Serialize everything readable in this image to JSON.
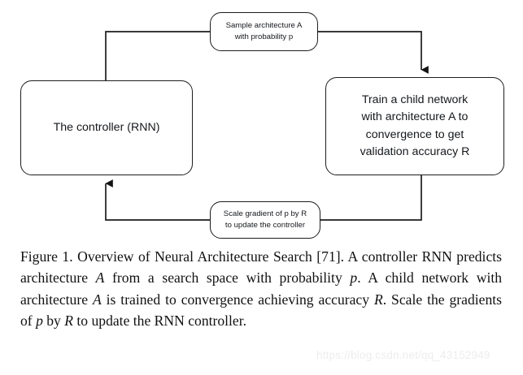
{
  "figure": {
    "type": "flow-diagram",
    "nodes": [
      {
        "id": "controller",
        "label": "The controller (RNN)",
        "role": "process"
      },
      {
        "id": "sample",
        "label": "Sample architecture A\nwith probability p",
        "role": "process"
      },
      {
        "id": "train_child",
        "label": "Train a child network\nwith architecture A to\nconvergence to get\nvalidation accuracy R",
        "role": "process"
      },
      {
        "id": "scale_gradient",
        "label": "Scale gradient of p by R\nto update the controller",
        "role": "process"
      }
    ],
    "edges": [
      {
        "id": "controller-to-train",
        "from": "controller",
        "via": "sample",
        "to": "train_child",
        "arrowhead": "down"
      },
      {
        "id": "train-to-controller",
        "from": "train_child",
        "via": "scale_gradient",
        "to": "controller",
        "arrowhead": "up"
      }
    ],
    "colors": {
      "stroke": "#1d1d1d",
      "fill": "#ffffff",
      "text": "#15181c"
    }
  },
  "caption": {
    "figure_number": "Figure 1.",
    "text_1": "Figure 1. Overview of Neural Architecture Search [71]. A controller RNN predicts architecture ",
    "math_A1": "A",
    "text_2": " from a search space with probability ",
    "math_p1": "p",
    "text_3": ". A child network with architecture ",
    "math_A2": "A",
    "text_4": " is trained to convergence achieving accuracy ",
    "math_R1": "R",
    "text_5": ". Scale the gradients of ",
    "math_p2": "p",
    "text_6": " by ",
    "math_R2": "R",
    "text_7": " to update the RNN controller.",
    "reference": "[71]"
  },
  "watermark": {
    "text": "https://blog.csdn.net/qq_43152949",
    "color": "#ededed"
  }
}
